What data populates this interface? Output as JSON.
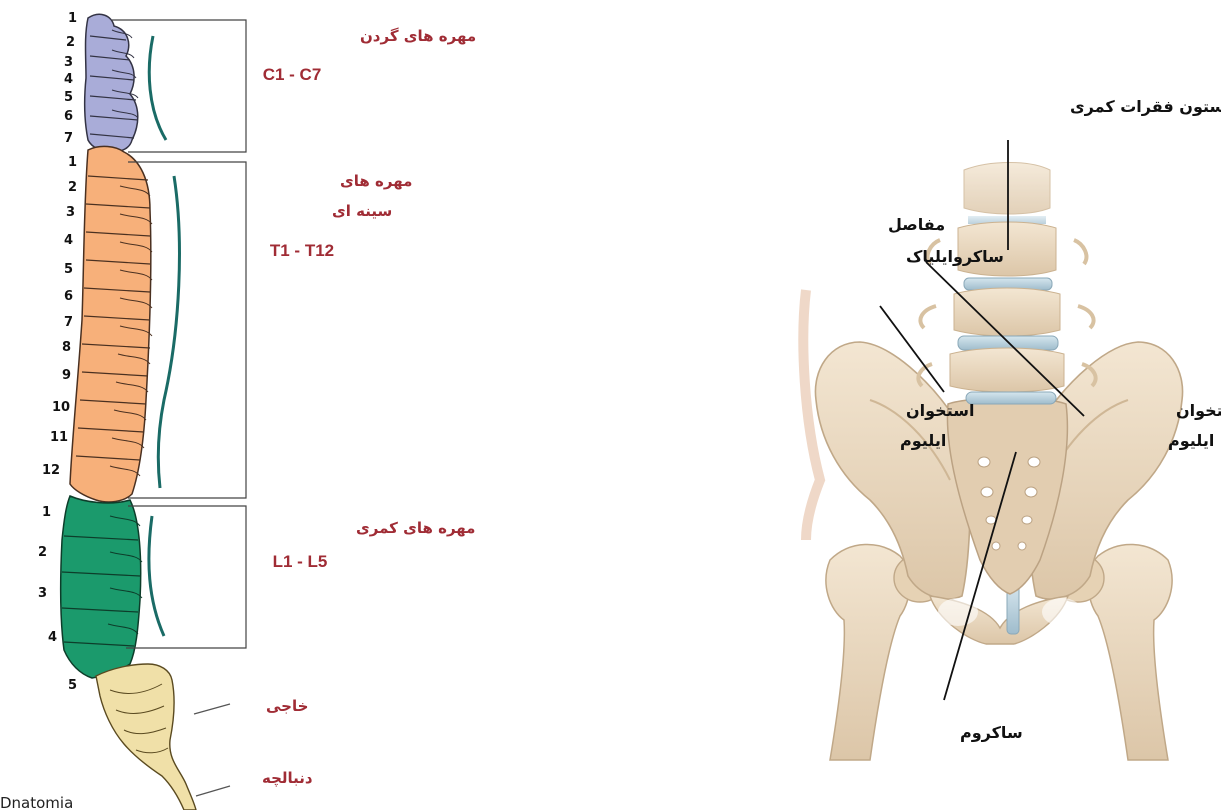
{
  "spine": {
    "cervical": {
      "label": "مهره های گردن",
      "code": "C1 - C7",
      "numbers": [
        "1",
        "2",
        "3",
        "4",
        "5",
        "6",
        "7"
      ],
      "color": "#a9acd8"
    },
    "thoracic": {
      "label_line1": "مهره های",
      "label_line2": "سینه ای",
      "code": "T1 - T12",
      "numbers": [
        "1",
        "2",
        "3",
        "4",
        "5",
        "6",
        "7",
        "8",
        "9",
        "10",
        "11",
        "12"
      ],
      "color": "#f7b07a"
    },
    "lumbar": {
      "label": "مهره های کمری",
      "code": "L1 - L5",
      "numbers": [
        "1",
        "2",
        "3",
        "4",
        "5"
      ],
      "color": "#1b9a6c"
    },
    "sacrum": {
      "label": "خاجی",
      "color": "#f0e0a8"
    },
    "coccyx": {
      "label": "دنبالچه"
    },
    "bottom_caption": "Dnatomia"
  },
  "pelvis": {
    "lumbar_column": "ستون فقرات کمری",
    "si_joints_line1": "مفاصل",
    "si_joints_line2": "ساکروایلیاک",
    "ilium_left_line1": "استخوان",
    "ilium_left_line2": "ایلیوم",
    "ilium_right_line1": "استخوان",
    "ilium_right_line2": "ایلیوم",
    "sacrum": "ساکروم",
    "bone_color": "#ecdcc4",
    "disc_color": "#b8d0dc"
  }
}
